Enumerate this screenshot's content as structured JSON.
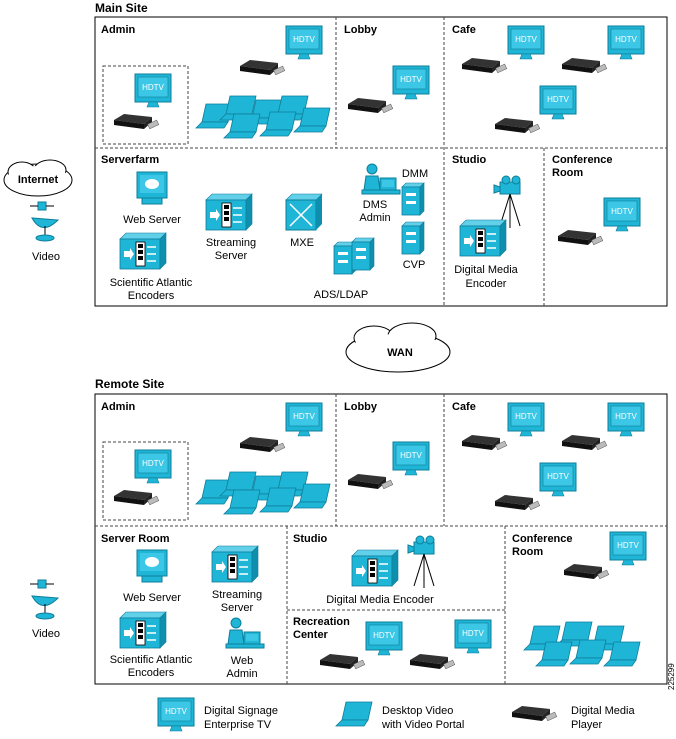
{
  "main_site": {
    "title": "Main Site",
    "admin": "Admin",
    "lobby": "Lobby",
    "cafe": "Cafe",
    "serverfarm": "Serverfarm",
    "studio": "Studio",
    "conference_1": "Conference",
    "conference_2": "Room",
    "web_server": "Web Server",
    "streaming_1": "Streaming",
    "streaming_2": "Server",
    "mxe": "MXE",
    "sa_1": "Scientific Atlantic",
    "sa_2": "Encoders",
    "dms_1": "DMS",
    "dms_2": "Admin",
    "dmm": "DMM",
    "cvp": "CVP",
    "ads": "ADS/LDAP",
    "dme_1": "Digital Media",
    "dme_2": "Encoder"
  },
  "internet": {
    "label": "Internet",
    "video": "Video"
  },
  "wan": "WAN",
  "remote_site": {
    "title": "Remote Site",
    "admin": "Admin",
    "lobby": "Lobby",
    "cafe": "Cafe",
    "server_room": "Server Room",
    "studio": "Studio",
    "conference_1": "Conference",
    "conference_2": "Room",
    "web_server": "Web Server",
    "streaming_1": "Streaming",
    "streaming_2": "Server",
    "sa_1": "Scientific Atlantic",
    "sa_2": "Encoders",
    "web_admin_1": "Web",
    "web_admin_2": "Admin",
    "dme": "Digital Media Encoder",
    "recreation_1": "Recreation",
    "recreation_2": "Center"
  },
  "remote_video": "Video",
  "hdtv": "HDTV",
  "legend": {
    "tv_1": "Digital Signage",
    "tv_2": "Enterprise TV",
    "desktop_1": "Desktop Video",
    "desktop_2": "with Video Portal",
    "player_1": "Digital Media",
    "player_2": "Player"
  },
  "figure_id": "225299",
  "colors": {
    "device": "#1fb5d6",
    "device_dark": "#0f7e9a",
    "screen": "#3cc7e6",
    "player": "#1a1a1a"
  }
}
